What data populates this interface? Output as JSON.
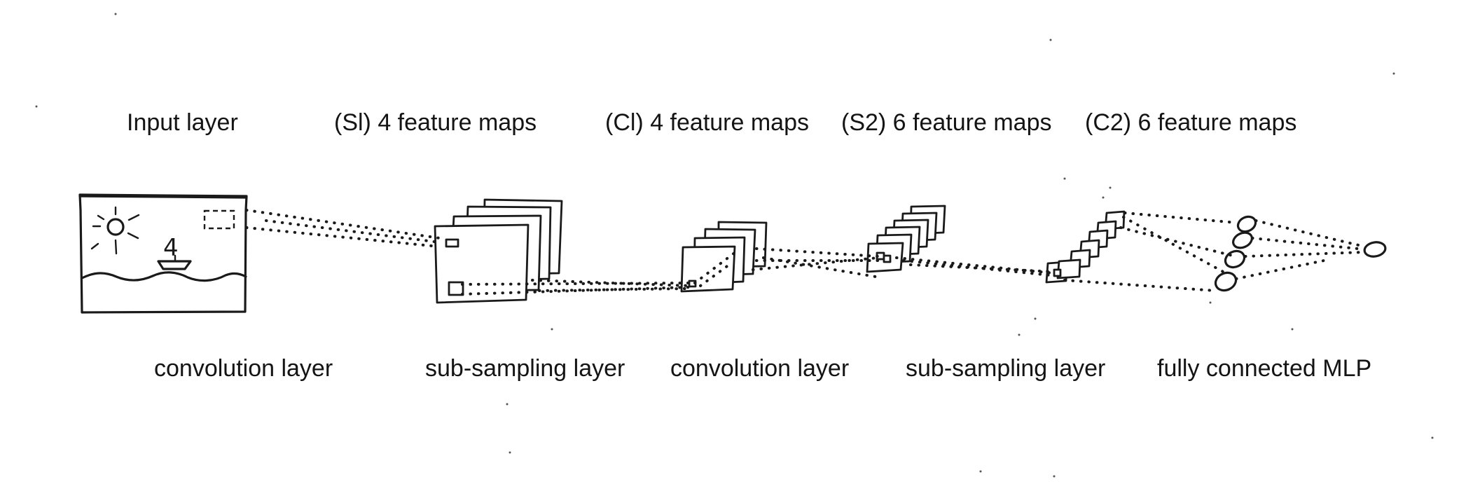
{
  "top_labels": {
    "input": "Input layer",
    "s1": "(Sl) 4 feature maps",
    "c1": "(Cl) 4 feature maps",
    "s2": "(S2) 6 feature maps",
    "c2": "(C2) 6 feature maps"
  },
  "bottom_labels": {
    "conv1": "convolution layer",
    "sub1": "sub-sampling layer",
    "conv2": "convolution layer",
    "sub2": "sub-sampling layer",
    "mlp": "fully connected MLP"
  },
  "input_image": {
    "boat_number": "4"
  },
  "colors": {
    "ink": "#1a1a1a",
    "background": "#ffffff"
  }
}
